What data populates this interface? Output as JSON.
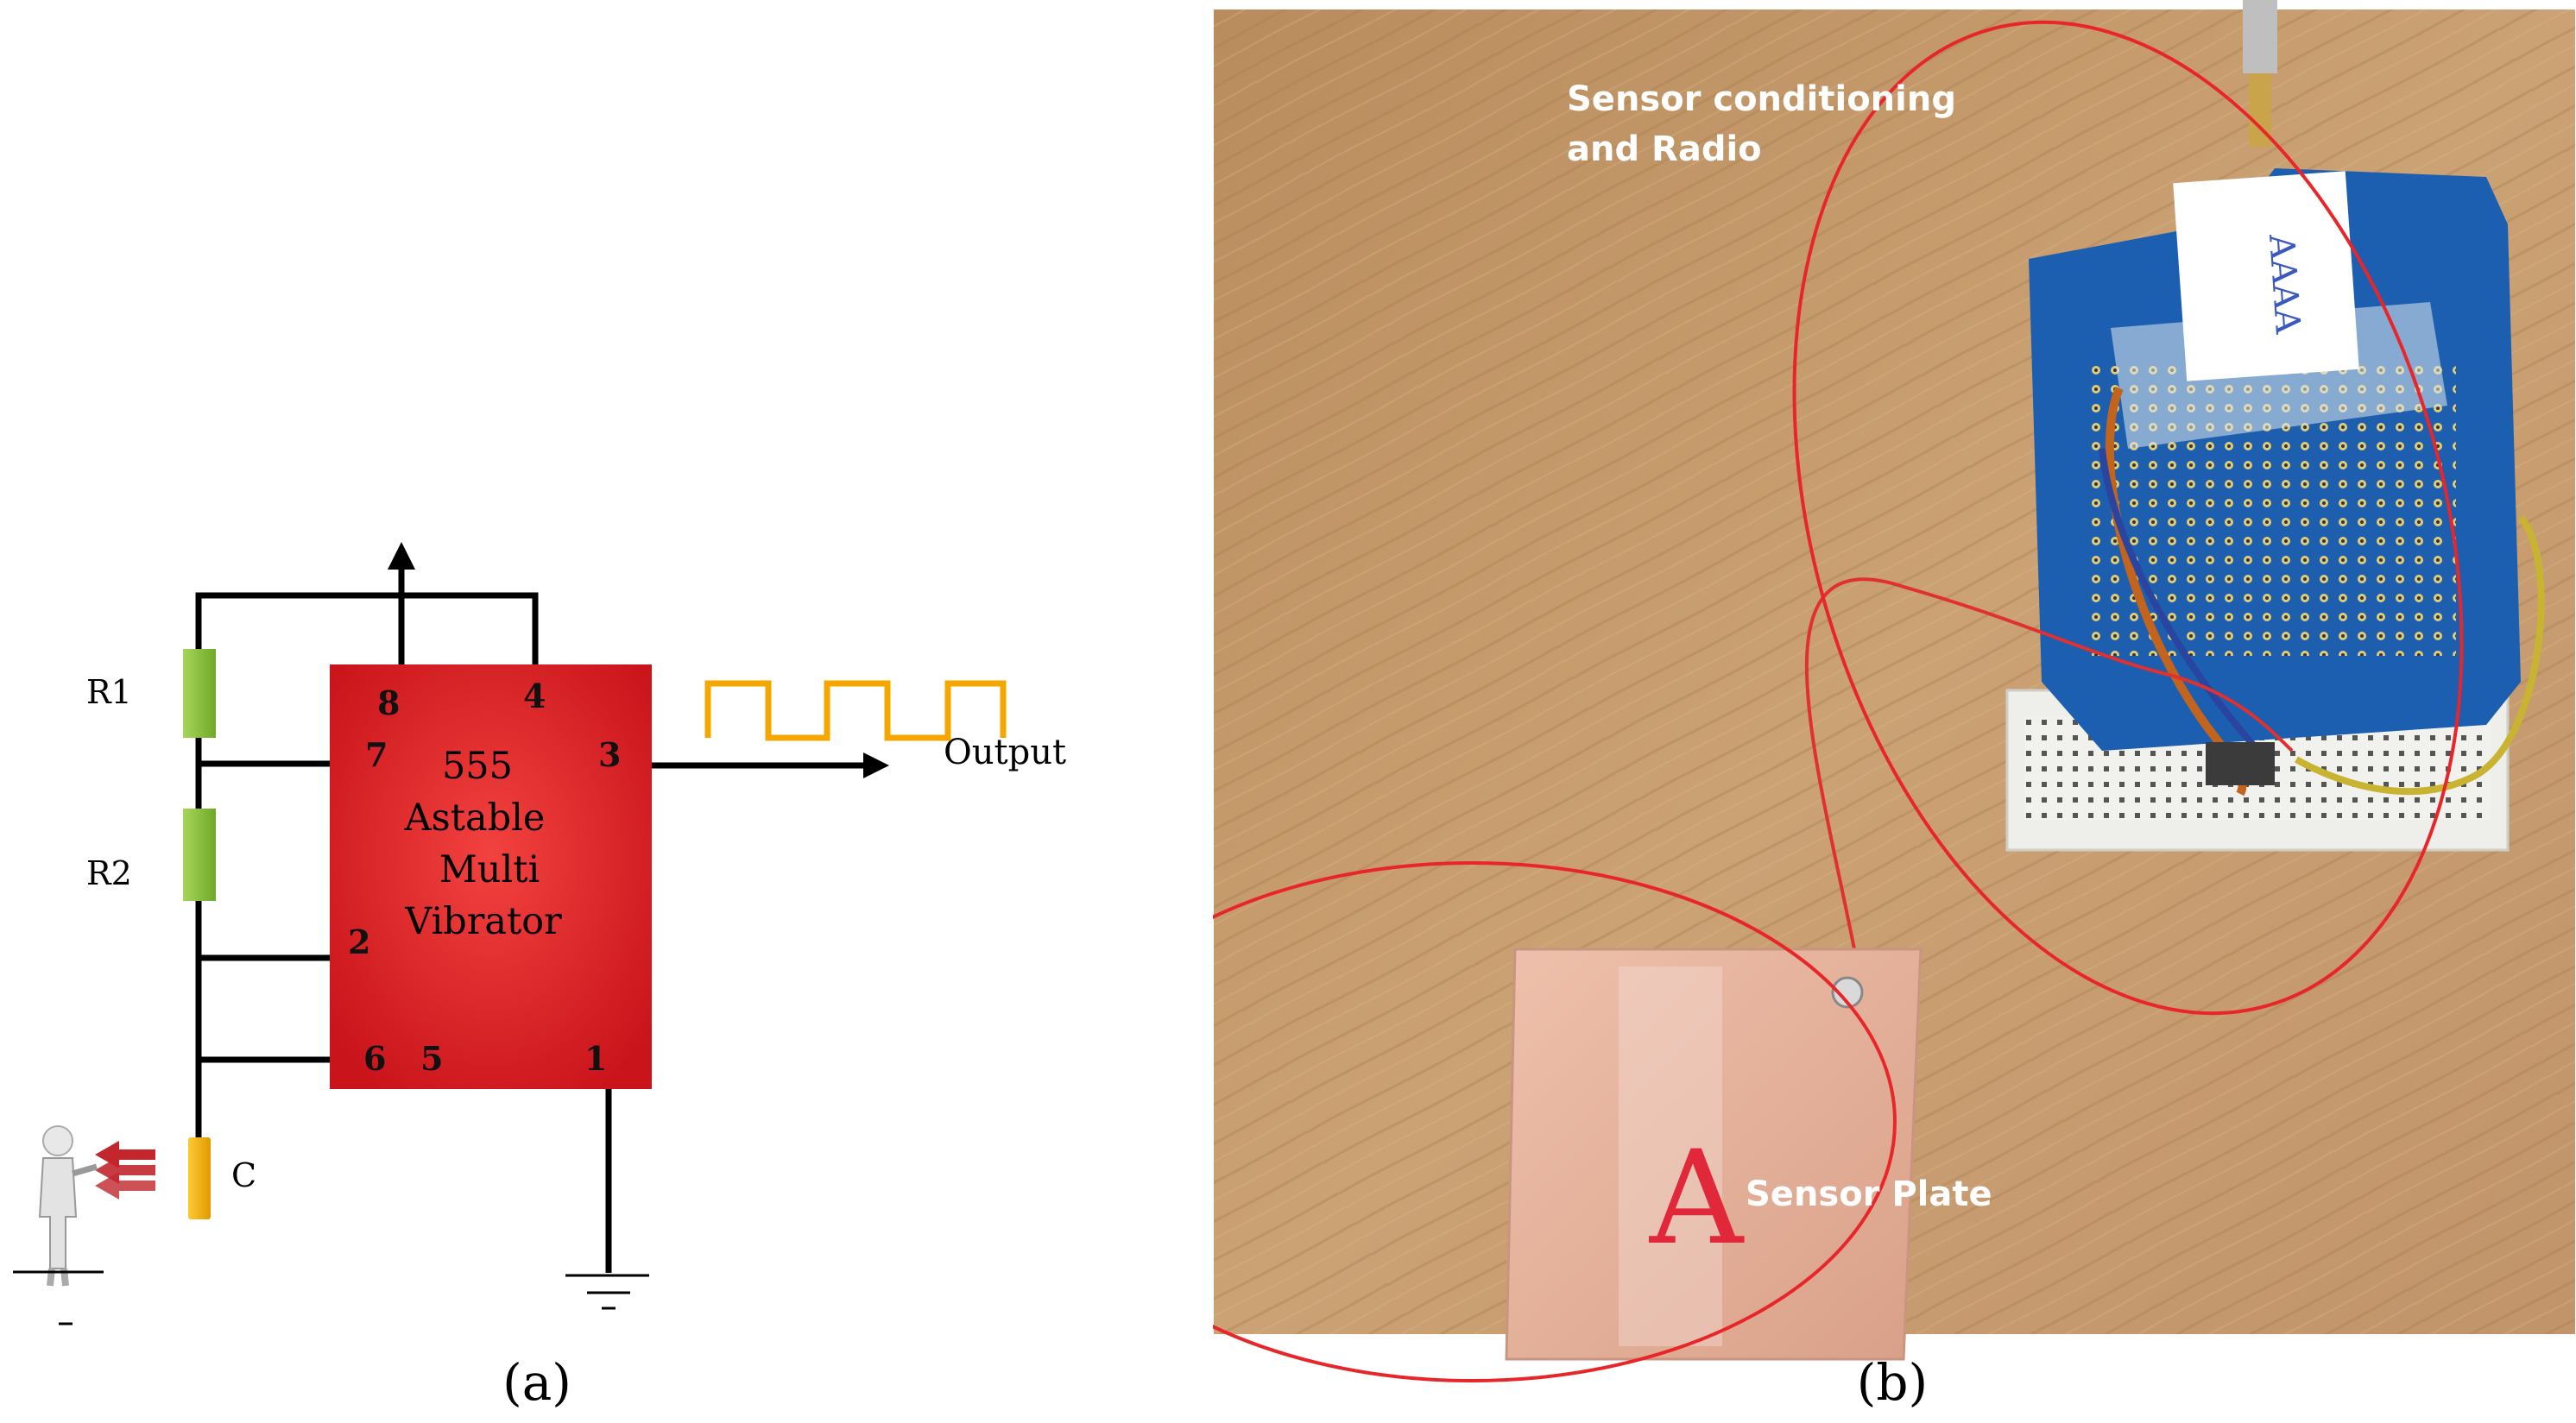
{
  "panel_a": {
    "caption": "(a)",
    "components": {
      "r1_label": "R1",
      "r2_label": "R2",
      "c_label": "C",
      "output_label": "Output"
    },
    "chip": {
      "line1": "555",
      "line2": "Astable",
      "line3": "Multi",
      "line4": "Vibrator",
      "pins": {
        "p8": "8",
        "p4": "4",
        "p7": "7",
        "p3": "3",
        "p2": "2",
        "p6": "6",
        "p5": "5",
        "p1": "1"
      }
    },
    "colors": {
      "chip_fill": "#e11b22",
      "resistor_fill": "#8cc63f",
      "capacitor_fill": "#f4b400",
      "output_wave": "#f5a700",
      "wire": "#000000",
      "finger_arrows": "#c1272d"
    },
    "icons": [
      "touching-person-icon",
      "ground-icon",
      "square-wave-icon"
    ]
  },
  "panel_b": {
    "caption": "(b)",
    "labels": {
      "conditioning_line1": "Sensor conditioning",
      "conditioning_line2": "and Radio",
      "plate": "Sensor Plate",
      "plate_letter": "A",
      "radio_module_text": "AAAA"
    },
    "colors": {
      "table": "#c69a68",
      "circle_outline": "#e8262a",
      "board": "#1c5fb0",
      "copper_plate": "#e6b29c",
      "label_text": "#ffffff"
    }
  }
}
